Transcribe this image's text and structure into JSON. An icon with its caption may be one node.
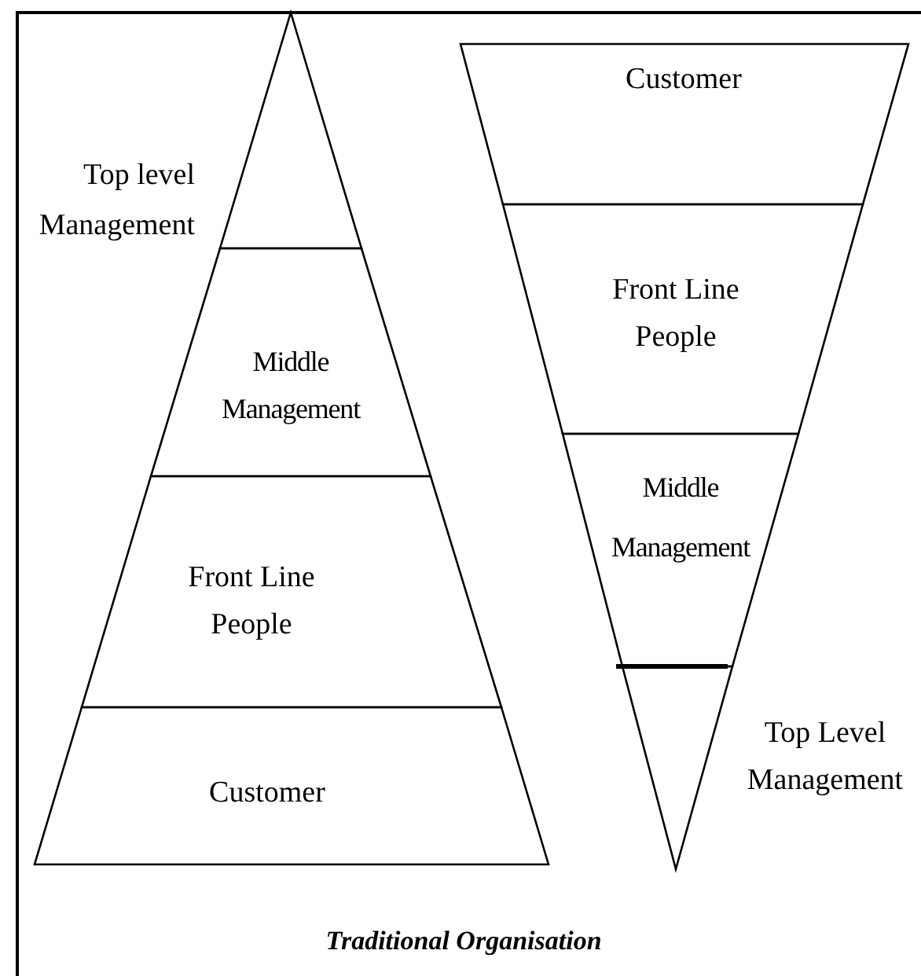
{
  "diagram": {
    "caption": "Traditional Organisation",
    "nodes": [
      {
        "text": [
          "Top level Management"
        ]
      },
      {
        "text": [
          "Middle Management"
        ]
      },
      {
        "text": [
          "Front Line People"
        ]
      },
      {
        "text": [
          "Customer"
        ]
      },
      {
        "text": [
          "Customer"
        ]
      },
      {
        "text": [
          "Front Line People"
        ]
      },
      {
        "text": [
          "Middle Management"
        ]
      },
      {
        "text": [
          "Top Level Management"
        ]
      }
    ]
  }
}
